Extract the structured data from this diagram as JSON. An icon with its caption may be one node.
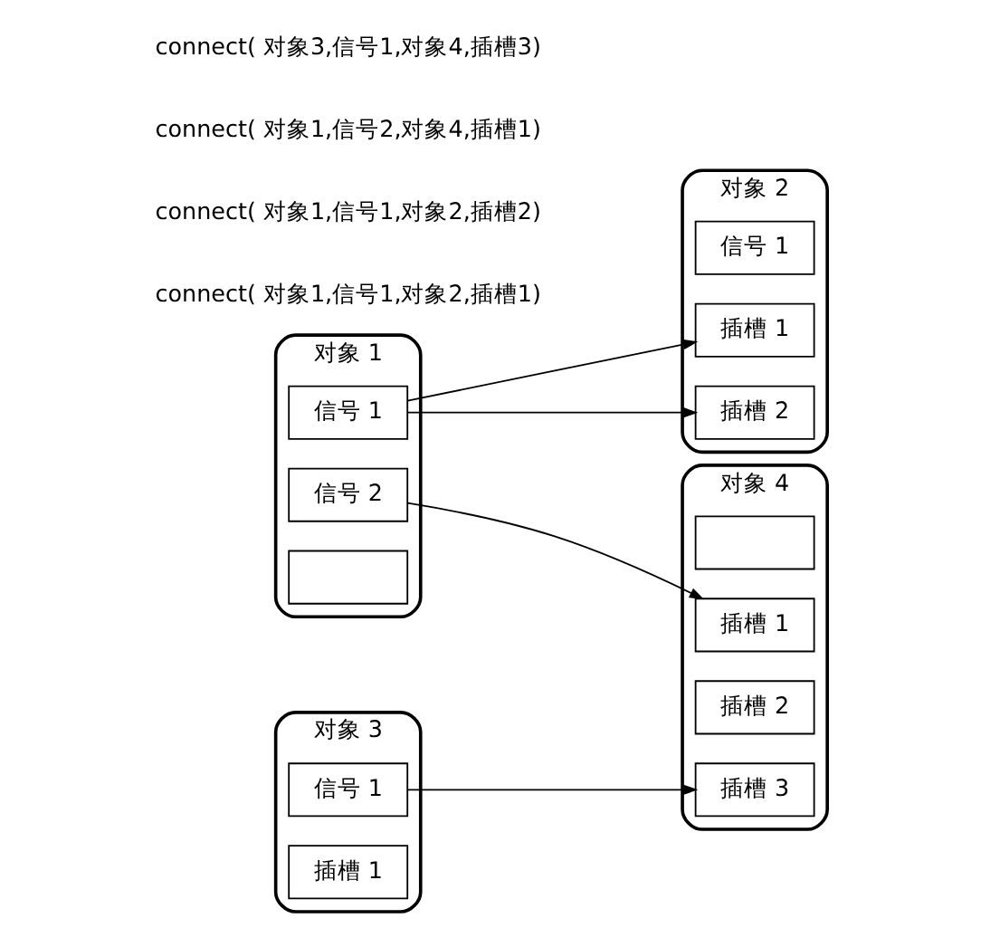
{
  "diagram": {
    "nodes": [
      {
        "text": [
          "对象 1"
        ]
      },
      {
        "text": [
          "信号 1"
        ],
        "in": 0
      },
      {
        "text": [
          "信号 2"
        ],
        "in": 0
      },
      {
        "text": [],
        "shape": "box",
        "in": 0
      },
      {
        "text": [
          "对象 2"
        ]
      },
      {
        "text": [
          "信号 1"
        ],
        "in": 4
      },
      {
        "text": [
          "插槽 1"
        ],
        "in": 4
      },
      {
        "text": [
          "插槽 2"
        ],
        "in": 4
      },
      {
        "text": [
          "对象 3"
        ]
      },
      {
        "text": [
          "信号 1"
        ],
        "in": 8
      },
      {
        "text": [
          "插槽 1"
        ],
        "in": 8
      },
      {
        "text": [
          "对象 4"
        ]
      },
      {
        "text": [],
        "shape": "box",
        "in": 11
      },
      {
        "text": [
          "插槽 1"
        ],
        "in": 11
      },
      {
        "text": [
          "插槽 2"
        ],
        "in": 11
      },
      {
        "text": [
          "插槽 3"
        ],
        "in": 11
      }
    ],
    "edges": [
      {
        "from": 1,
        "to": 6,
        "arrow": "to"
      },
      {
        "from": 1,
        "to": 7,
        "arrow": "to"
      },
      {
        "from": 2,
        "to": 13,
        "arrow": "to"
      },
      {
        "from": 9,
        "to": 15,
        "arrow": "to"
      }
    ],
    "labels": [
      "connect( 对象1,信号1,对象2,插槽1)",
      "connect( 对象1,信号1,对象2,插槽2)",
      "connect( 对象1,信号2,对象4,插槽1)",
      "connect( 对象3,信号1,对象4,插槽3)"
    ]
  }
}
